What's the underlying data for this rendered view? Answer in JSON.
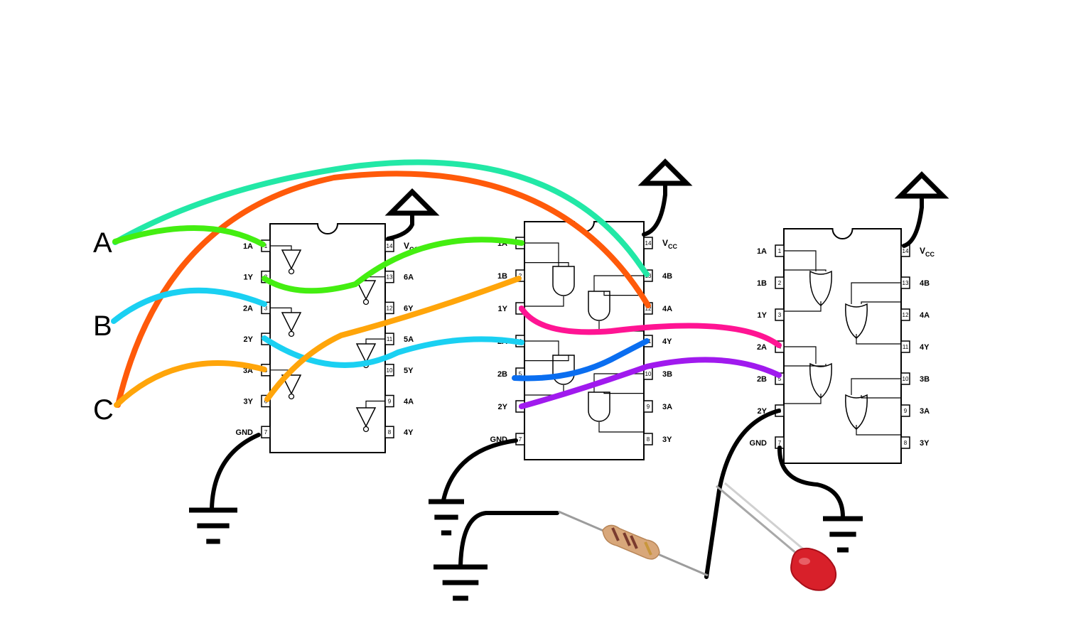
{
  "inputs": [
    "A",
    "B",
    "C"
  ],
  "chips": [
    {
      "type": "inverter",
      "left_pins": [
        {
          "num": "1",
          "label": "1A"
        },
        {
          "num": "2",
          "label": "1Y"
        },
        {
          "num": "3",
          "label": "2A"
        },
        {
          "num": "4",
          "label": "2Y"
        },
        {
          "num": "5",
          "label": "3A"
        },
        {
          "num": "6",
          "label": "3Y"
        },
        {
          "num": "7",
          "label": "GND"
        }
      ],
      "right_pins": [
        {
          "num": "14",
          "label": "V",
          "sub": "CC"
        },
        {
          "num": "13",
          "label": "6A"
        },
        {
          "num": "12",
          "label": "6Y"
        },
        {
          "num": "11",
          "label": "5A"
        },
        {
          "num": "10",
          "label": "5Y"
        },
        {
          "num": "9",
          "label": "4A"
        },
        {
          "num": "8",
          "label": "4Y"
        }
      ]
    },
    {
      "type": "and",
      "left_pins": [
        {
          "num": "1",
          "label": "1A"
        },
        {
          "num": "2",
          "label": "1B"
        },
        {
          "num": "3",
          "label": "1Y"
        },
        {
          "num": "4",
          "label": "2A"
        },
        {
          "num": "5",
          "label": "2B"
        },
        {
          "num": "6",
          "label": "2Y"
        },
        {
          "num": "7",
          "label": "GND"
        }
      ],
      "right_pins": [
        {
          "num": "14",
          "label": "V",
          "sub": "CC"
        },
        {
          "num": "13",
          "label": "4B"
        },
        {
          "num": "12",
          "label": "4A"
        },
        {
          "num": "11",
          "label": "4Y"
        },
        {
          "num": "10",
          "label": "3B"
        },
        {
          "num": "9",
          "label": "3A"
        },
        {
          "num": "8",
          "label": "3Y"
        }
      ]
    },
    {
      "type": "or",
      "left_pins": [
        {
          "num": "1",
          "label": "1A"
        },
        {
          "num": "2",
          "label": "1B"
        },
        {
          "num": "3",
          "label": "1Y"
        },
        {
          "num": "4",
          "label": "2A"
        },
        {
          "num": "5",
          "label": "2B"
        },
        {
          "num": "6",
          "label": "2Y"
        },
        {
          "num": "7",
          "label": "GND"
        }
      ],
      "right_pins": [
        {
          "num": "14",
          "label": "V",
          "sub": "CC"
        },
        {
          "num": "13",
          "label": "4B"
        },
        {
          "num": "12",
          "label": "4A"
        },
        {
          "num": "11",
          "label": "4Y"
        },
        {
          "num": "10",
          "label": "3B"
        },
        {
          "num": "9",
          "label": "3A"
        },
        {
          "num": "8",
          "label": "3Y"
        }
      ]
    }
  ],
  "colors": {
    "wire_a_long": "#22e8a6",
    "wire_c_long": "#ff5a0a",
    "wire_green": "#44ee11",
    "wire_cyan": "#1ad0f2",
    "wire_orange": "#ffa50a",
    "wire_pink": "#ff1493",
    "wire_blue": "#0a6ef0",
    "wire_purple": "#a01aee",
    "ground": "#000000",
    "led": "#d8202a",
    "resistor_body": "#d8a77a"
  },
  "icons": [
    "vcc-arrow-icon",
    "ground-icon",
    "resistor-icon",
    "led-icon"
  ]
}
